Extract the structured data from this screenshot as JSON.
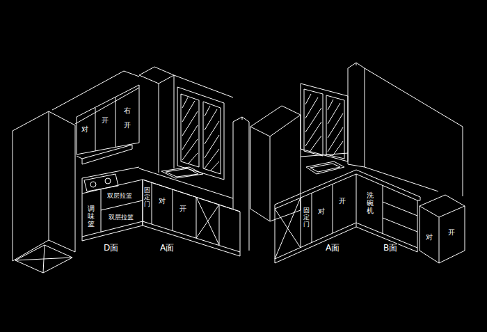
{
  "diagram": {
    "labels": [
      "对",
      "开",
      "右",
      "开",
      "调味篮",
      "双层拉篮",
      "双层拉篮",
      "固定门",
      "对",
      "开",
      "D面",
      "A面",
      "固定门",
      "对",
      "开",
      "洗碗机",
      "A面",
      "B面",
      "对",
      "开"
    ]
  }
}
